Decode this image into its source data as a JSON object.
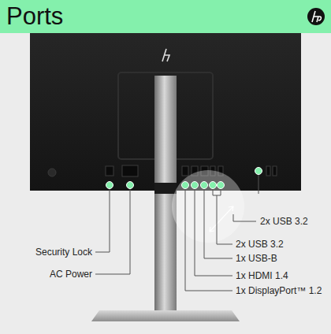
{
  "diagram": {
    "title": "Ports",
    "labels": [
      "2x USB 3.2",
      "Security Lock",
      "2x USB 3.2",
      "1x USB-B",
      "AC Power",
      "1x HDMI 1.4",
      "1x DisplayPort™ 1.2"
    ]
  }
}
